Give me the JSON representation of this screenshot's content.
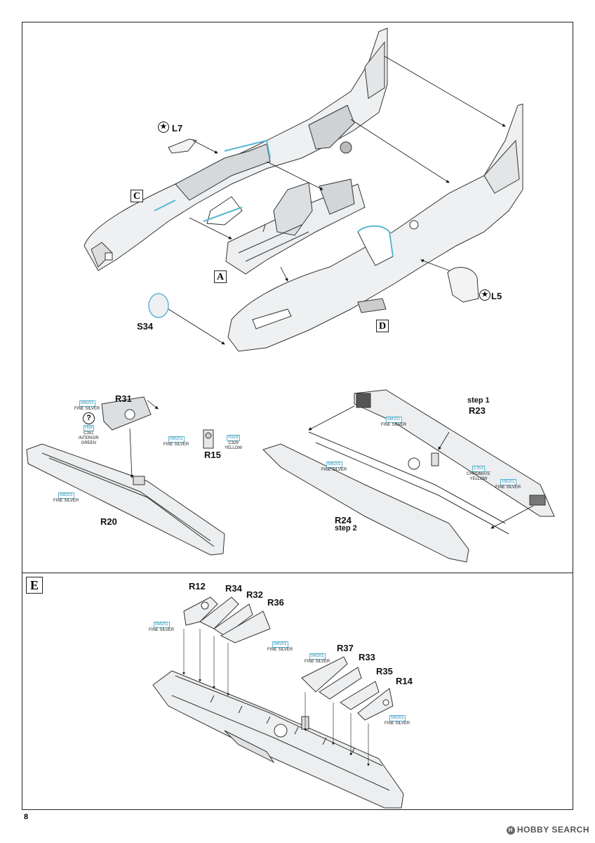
{
  "page_number": "8",
  "watermark": "HOBBY SEARCH",
  "sections": {
    "C": "C",
    "A": "A",
    "D": "D",
    "E": "E"
  },
  "part_labels": {
    "L7": "L7",
    "L5": "L5",
    "S34": "S34",
    "R31": "R31",
    "R15": "R15",
    "R20": "R20",
    "R23": "R23",
    "R24": "R24",
    "R12": "R12",
    "R34": "R34",
    "R32": "R32",
    "R36": "R36",
    "R37": "R37",
    "R33": "R33",
    "R35": "R35",
    "R14": "R14"
  },
  "steps": {
    "step1": "step 1",
    "step2": "step 2"
  },
  "paints": {
    "sm201_code": "SM201",
    "sm201_name": "FINE SILVER",
    "h58_code": "H58",
    "c351": "C351",
    "c351_name1": "INTERIOR",
    "c351_name2": "GREEN",
    "h329_code": "H329",
    "c329": "C329",
    "c329_name": "YELLOW",
    "c352": "C352",
    "c352_name1": "CHROMATE",
    "c352_name2": "YELLOW",
    "unknown_symbol": "?"
  },
  "icons": {
    "mask_marker": "star-in-circle-icon"
  }
}
